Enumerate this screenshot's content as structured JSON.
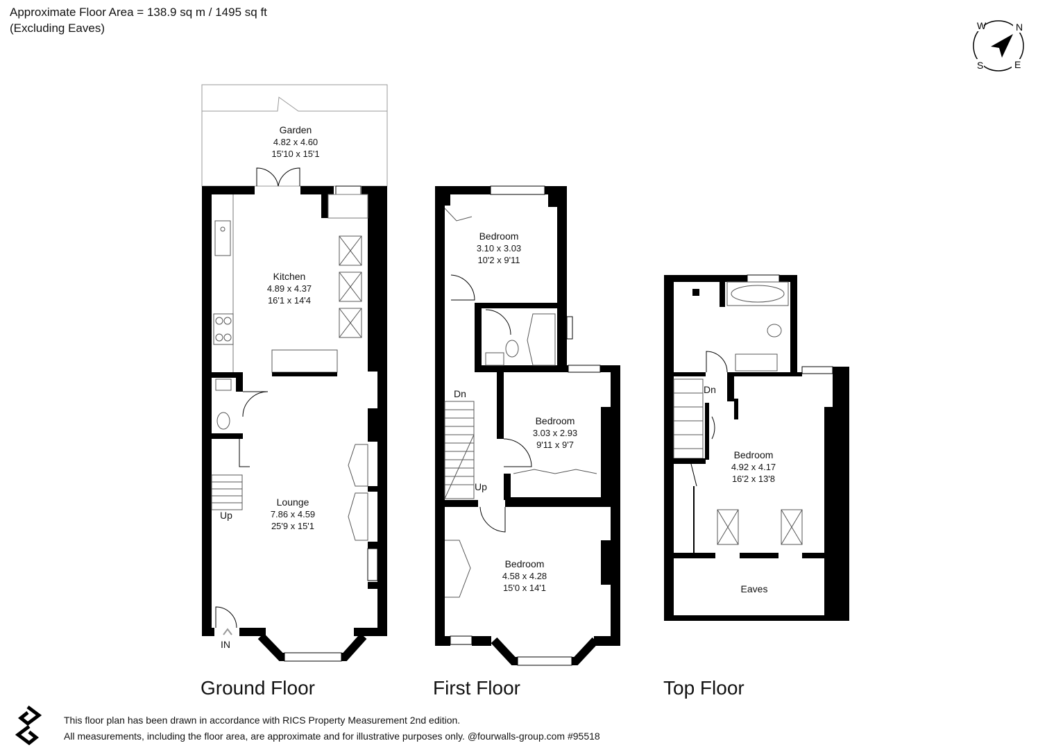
{
  "header": {
    "area_line": "Approximate Floor Area = 138.9 sq m / 1495 sq ft",
    "excluding_line": "(Excluding Eaves)"
  },
  "compass": {
    "icon": "compass-icon",
    "n": "N",
    "w": "W",
    "s": "S",
    "e": "E"
  },
  "rooms": {
    "garden": {
      "name": "Garden",
      "metric": "4.82 x 4.60",
      "imperial": "15'10 x 15'1"
    },
    "kitchen": {
      "name": "Kitchen",
      "metric": "4.89 x 4.37",
      "imperial": "16'1 x 14'4"
    },
    "lounge": {
      "name": "Lounge",
      "metric": "7.86 x 4.59",
      "imperial": "25'9 x 15'1"
    },
    "ff_bed_a": {
      "name": "Bedroom",
      "metric": "3.10 x 3.03",
      "imperial": "10'2 x 9'11"
    },
    "ff_bed_b": {
      "name": "Bedroom",
      "metric": "3.03 x 2.93",
      "imperial": "9'11 x 9'7"
    },
    "ff_bed_c": {
      "name": "Bedroom",
      "metric": "4.58 x 4.28",
      "imperial": "15'0 x 14'1"
    },
    "tf_bed": {
      "name": "Bedroom",
      "metric": "4.92 x 4.17",
      "imperial": "16'2 x 13'8"
    },
    "eaves": {
      "name": "Eaves"
    }
  },
  "stair_labels": {
    "gf_up": "Up",
    "ff_dn": "Dn",
    "ff_up": "Up",
    "tf_dn": "Dn",
    "entrance": "IN"
  },
  "floors": {
    "ground": "Ground Floor",
    "first": "First Floor",
    "top": "Top Floor"
  },
  "footer": {
    "line1": "This floor plan has been drawn in accordance with RICS Property Measurement 2nd edition.",
    "line2": "All measurements, including the floor area, are approximate and for illustrative purposes only. @fourwalls-group.com #95518"
  },
  "colors": {
    "wall": "#000000",
    "line": "#555555",
    "background": "#ffffff"
  }
}
